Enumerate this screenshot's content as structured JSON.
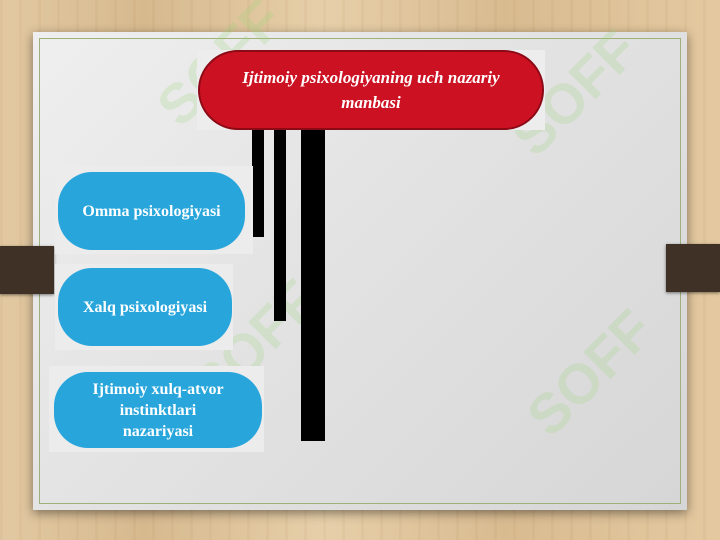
{
  "diagram": {
    "title": "Ijtimoiy psixologiyaning uch nazariy manbasi",
    "items": [
      {
        "label": "Omma psixologiyasi"
      },
      {
        "label": "Xalq psixologiyasi"
      },
      {
        "label": "Ijtimoiy xulq-atvor instinktlari nazariyasi"
      }
    ]
  },
  "watermark": {
    "text": "SOFF"
  },
  "colors": {
    "title_fill": "#cc1122",
    "item_fill": "#28a6dc",
    "connector": "#000000",
    "panel": "#e3e3e3",
    "tab": "#3f3126"
  }
}
